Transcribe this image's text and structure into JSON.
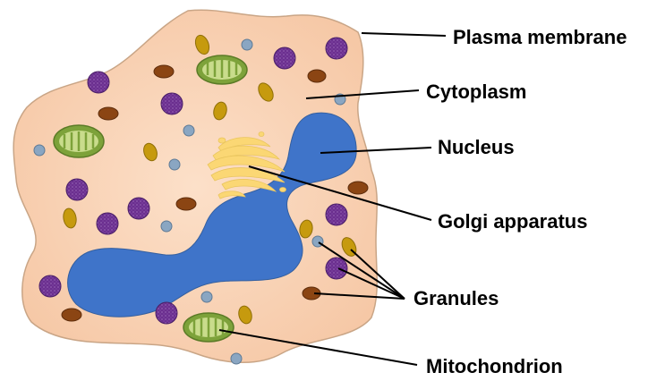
{
  "diagram": {
    "labels": {
      "plasma_membrane": "Plasma membrane",
      "cytoplasm": "Cytoplasm",
      "nucleus": "Nucleus",
      "golgi": "Golgi apparatus",
      "granules": "Granules",
      "mitochondrion": "Mitochondrion"
    },
    "colors": {
      "cytoplasm_fill": "#f8cfb0",
      "membrane_stroke": "#c9a586",
      "nucleus": "#3f74c9",
      "golgi": "#fbd774",
      "mitochondrion_fill": "#7da23a",
      "mitochondrion_inner": "#c9dc8c",
      "purple_granule": "#6b2f8f",
      "brown_granule": "#8b4513",
      "gold_granule": "#c69a0e",
      "grey_granule": "#8aa6c2",
      "label_line": "#000000"
    }
  }
}
